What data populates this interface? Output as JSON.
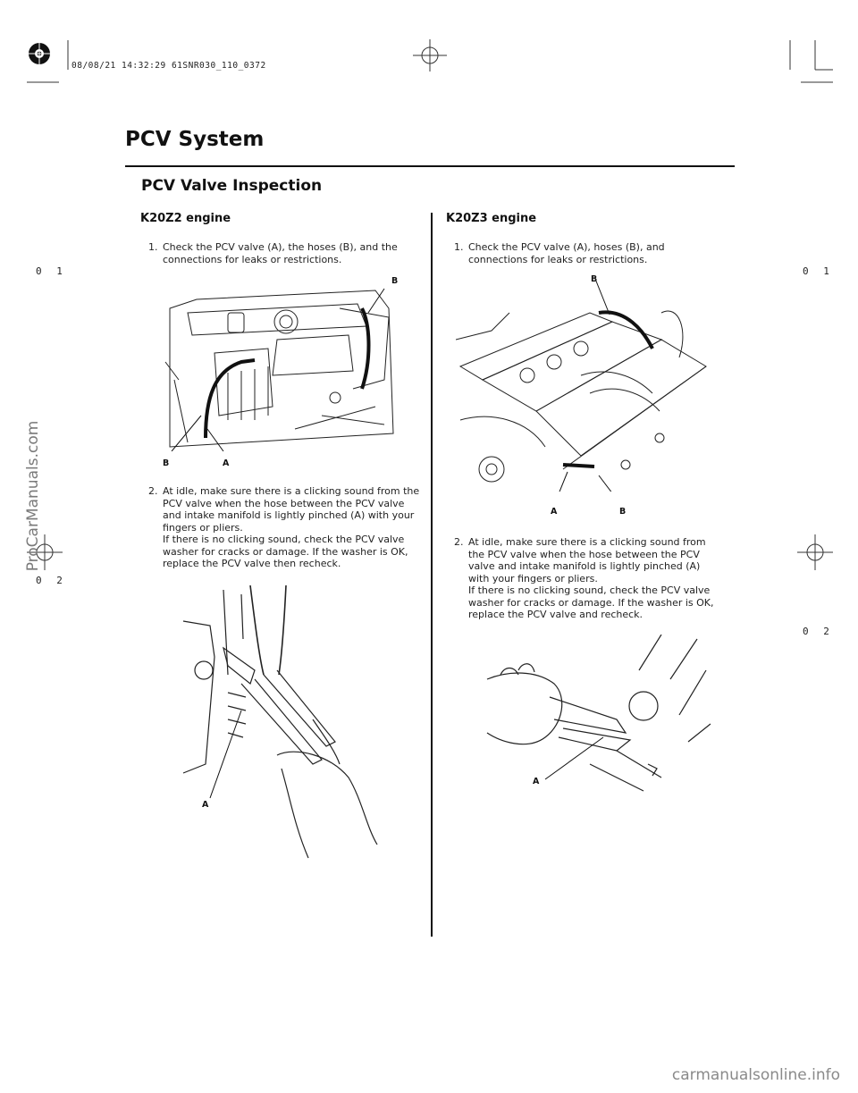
{
  "header": {
    "stamp": "08/08/21 14:32:29 61SNR030_110_0372"
  },
  "page_title": "PCV System",
  "section_title": "PCV Valve Inspection",
  "left_column": {
    "heading": "K20Z2 engine",
    "step1": {
      "number": "1.",
      "text": "Check the PCV valve (A), the hoses (B), and the connections for leaks or restrictions."
    },
    "figure1_labels": {
      "b_top": "B",
      "b_bottom": "B",
      "a": "A"
    },
    "step2": {
      "number": "2.",
      "text": "At idle, make sure there is a clicking sound from the PCV valve when the hose between the PCV valve and intake manifold is lightly pinched (A) with your fingers or pliers.",
      "text2": "If there is no clicking sound, check the PCV valve washer for cracks or damage. If the washer is OK, replace the PCV valve then recheck."
    },
    "figure2_labels": {
      "a": "A"
    }
  },
  "right_column": {
    "heading": "K20Z3 engine",
    "step1": {
      "number": "1.",
      "text": "Check the PCV valve (A), hoses (B), and connections for leaks or restrictions."
    },
    "figure1_labels": {
      "b_top": "B",
      "a": "A",
      "b_bottom": "B"
    },
    "step2": {
      "number": "2.",
      "text": "At idle, make sure there is a clicking sound from the PCV valve when the hose between the PCV valve and intake manifold is lightly pinched (A) with your fingers or pliers.",
      "text2": "If there is no clicking sound, check the PCV valve washer for cracks or damage. If the washer is OK, replace the PCV valve and recheck."
    },
    "figure2_labels": {
      "a": "A"
    }
  },
  "margin_markers": {
    "left_01": "0 1",
    "left_02": "0 2",
    "right_01": "0 1",
    "right_02": "0 2"
  },
  "watermarks": {
    "side": "ProCarManuals.com",
    "footer": "carmanualsonline.info"
  }
}
